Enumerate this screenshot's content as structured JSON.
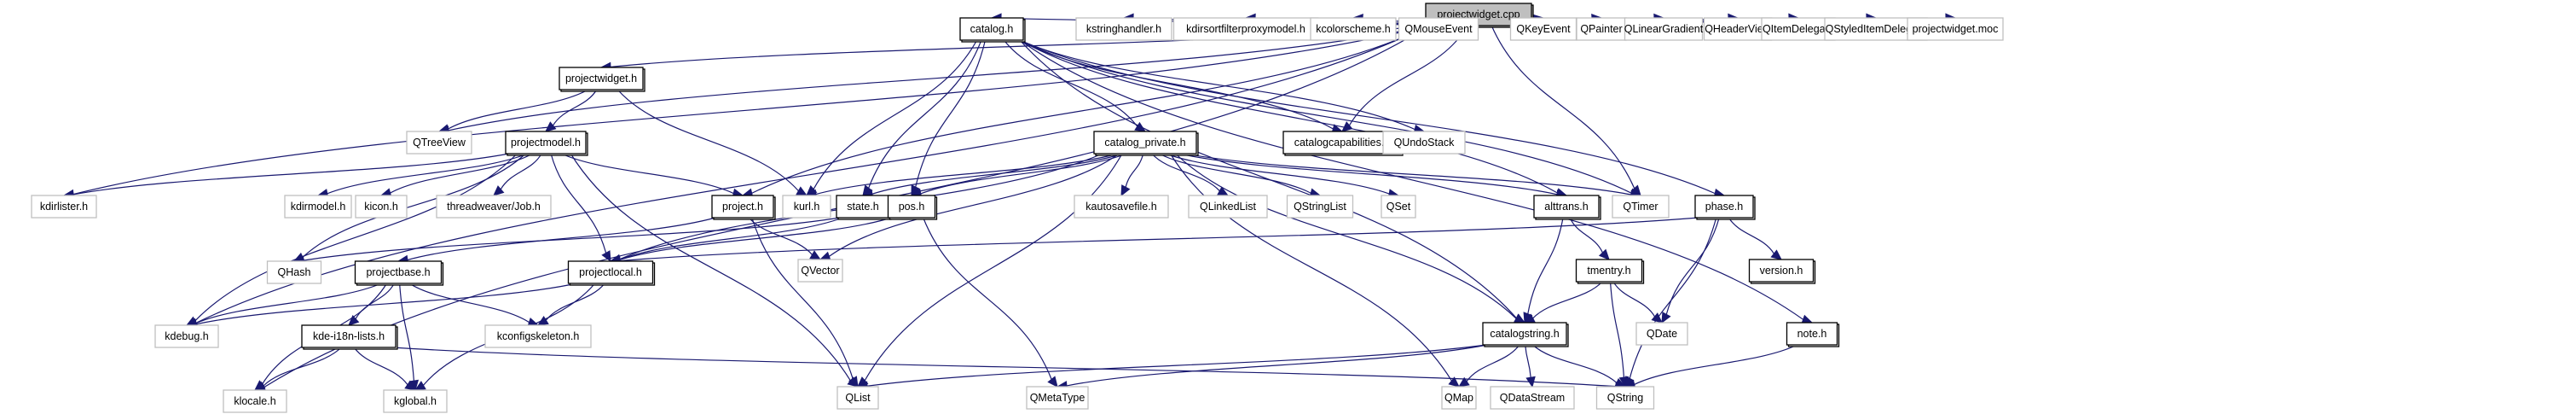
{
  "diagram": {
    "type": "include-dependency-graph",
    "root": "projectwidget.cpp",
    "colors": {
      "edge": "#191970",
      "root_fill": "#bfbfbf",
      "documented_border": "#000000",
      "undocumented_border": "#bfbfbf",
      "node_fill": "#ffffff"
    },
    "nodes": [
      {
        "id": "projectwidget_cpp",
        "label": "projectwidget.cpp",
        "kind": "root"
      },
      {
        "id": "projectwidget_h",
        "label": "projectwidget.h",
        "kind": "documented"
      },
      {
        "id": "QTreeView",
        "label": "QTreeView",
        "kind": "undocumented"
      },
      {
        "id": "projectmodel_h",
        "label": "projectmodel.h",
        "kind": "documented"
      },
      {
        "id": "kdirlister_h",
        "label": "kdirlister.h",
        "kind": "undocumented"
      },
      {
        "id": "kdirmodel_h",
        "label": "kdirmodel.h",
        "kind": "undocumented"
      },
      {
        "id": "kicon_h",
        "label": "kicon.h",
        "kind": "undocumented"
      },
      {
        "id": "threadweaver_Job_h",
        "label": "threadweaver/Job.h",
        "kind": "undocumented"
      },
      {
        "id": "project_h",
        "label": "project.h",
        "kind": "documented"
      },
      {
        "id": "kurl_h",
        "label": "kurl.h",
        "kind": "undocumented"
      },
      {
        "id": "state_h",
        "label": "state.h",
        "kind": "documented"
      },
      {
        "id": "pos_h",
        "label": "pos.h",
        "kind": "documented"
      },
      {
        "id": "QHash",
        "label": "QHash",
        "kind": "undocumented"
      },
      {
        "id": "projectbase_h",
        "label": "projectbase.h",
        "kind": "documented"
      },
      {
        "id": "projectlocal_h",
        "label": "projectlocal.h",
        "kind": "documented"
      },
      {
        "id": "QVector",
        "label": "QVector",
        "kind": "undocumented"
      },
      {
        "id": "kdebug_h",
        "label": "kdebug.h",
        "kind": "undocumented"
      },
      {
        "id": "kde_i18n_lists_h",
        "label": "kde-i18n-lists.h",
        "kind": "documented"
      },
      {
        "id": "kconfigskeleton_h",
        "label": "kconfigskeleton.h",
        "kind": "undocumented"
      },
      {
        "id": "klocale_h",
        "label": "klocale.h",
        "kind": "undocumented"
      },
      {
        "id": "kglobal_h",
        "label": "kglobal.h",
        "kind": "undocumented"
      },
      {
        "id": "QList",
        "label": "QList",
        "kind": "undocumented"
      },
      {
        "id": "QMetaType",
        "label": "QMetaType",
        "kind": "undocumented"
      },
      {
        "id": "catalog_h",
        "label": "catalog.h",
        "kind": "documented"
      },
      {
        "id": "kstringhandler_h",
        "label": "kstringhandler.h",
        "kind": "undocumented"
      },
      {
        "id": "kdirsortfilterproxymodel_h",
        "label": "kdirsortfilterproxymodel.h",
        "kind": "undocumented"
      },
      {
        "id": "kcolorscheme_h",
        "label": "kcolorscheme.h",
        "kind": "undocumented"
      },
      {
        "id": "QMouseEvent",
        "label": "QMouseEvent",
        "kind": "undocumented"
      },
      {
        "id": "QKeyEvent",
        "label": "QKeyEvent",
        "kind": "undocumented"
      },
      {
        "id": "QPainter",
        "label": "QPainter",
        "kind": "undocumented"
      },
      {
        "id": "QLinearGradient",
        "label": "QLinearGradient",
        "kind": "undocumented"
      },
      {
        "id": "QHeaderView",
        "label": "QHeaderView",
        "kind": "undocumented"
      },
      {
        "id": "QItemDelegate",
        "label": "QItemDelegate",
        "kind": "undocumented"
      },
      {
        "id": "QStyledItemDelegate",
        "label": "QStyledItemDelegate",
        "kind": "undocumented"
      },
      {
        "id": "projectwidget_moc",
        "label": "projectwidget.moc",
        "kind": "undocumented"
      },
      {
        "id": "catalog_private_h",
        "label": "catalog_private.h",
        "kind": "documented"
      },
      {
        "id": "catalogcapabilities_h",
        "label": "catalogcapabilities.h",
        "kind": "documented"
      },
      {
        "id": "QUndoStack",
        "label": "QUndoStack",
        "kind": "undocumented"
      },
      {
        "id": "kautosavefile_h",
        "label": "kautosavefile.h",
        "kind": "undocumented"
      },
      {
        "id": "QLinkedList",
        "label": "QLinkedList",
        "kind": "undocumented"
      },
      {
        "id": "QStringList",
        "label": "QStringList",
        "kind": "undocumented"
      },
      {
        "id": "QSet",
        "label": "QSet",
        "kind": "undocumented"
      },
      {
        "id": "alttrans_h",
        "label": "alttrans.h",
        "kind": "documented"
      },
      {
        "id": "QTimer",
        "label": "QTimer",
        "kind": "undocumented"
      },
      {
        "id": "phase_h",
        "label": "phase.h",
        "kind": "documented"
      },
      {
        "id": "tmentry_h",
        "label": "tmentry.h",
        "kind": "documented"
      },
      {
        "id": "version_h",
        "label": "version.h",
        "kind": "documented"
      },
      {
        "id": "note_h",
        "label": "note.h",
        "kind": "documented"
      },
      {
        "id": "QDate",
        "label": "QDate",
        "kind": "undocumented"
      },
      {
        "id": "catalogstring_h",
        "label": "catalogstring.h",
        "kind": "documented"
      },
      {
        "id": "QMap",
        "label": "QMap",
        "kind": "undocumented"
      },
      {
        "id": "QDataStream",
        "label": "QDataStream",
        "kind": "undocumented"
      },
      {
        "id": "QString",
        "label": "QString",
        "kind": "undocumented"
      }
    ],
    "edges": [
      [
        "projectwidget_cpp",
        "projectwidget_h"
      ],
      [
        "projectwidget_cpp",
        "QTreeView"
      ],
      [
        "projectwidget_cpp",
        "kdirlister_h"
      ],
      [
        "projectwidget_cpp",
        "kdebug_h"
      ],
      [
        "projectwidget_cpp",
        "klocale_h"
      ],
      [
        "projectwidget_cpp",
        "project_h"
      ],
      [
        "projectwidget_cpp",
        "catalog_h"
      ],
      [
        "projectwidget_cpp",
        "kstringhandler_h"
      ],
      [
        "projectwidget_cpp",
        "kdirsortfilterproxymodel_h"
      ],
      [
        "projectwidget_cpp",
        "kcolorscheme_h"
      ],
      [
        "projectwidget_cpp",
        "QMouseEvent"
      ],
      [
        "projectwidget_cpp",
        "QKeyEvent"
      ],
      [
        "projectwidget_cpp",
        "QPainter"
      ],
      [
        "projectwidget_cpp",
        "QLinearGradient"
      ],
      [
        "projectwidget_cpp",
        "QHeaderView"
      ],
      [
        "projectwidget_cpp",
        "QItemDelegate"
      ],
      [
        "projectwidget_cpp",
        "QStyledItemDelegate"
      ],
      [
        "projectwidget_cpp",
        "projectwidget_moc"
      ],
      [
        "projectwidget_cpp",
        "QTimer"
      ],
      [
        "projectwidget_cpp",
        "catalogcapabilities_h"
      ],
      [
        "projectwidget_h",
        "QTreeView"
      ],
      [
        "projectwidget_h",
        "projectmodel_h"
      ],
      [
        "projectwidget_h",
        "kurl_h"
      ],
      [
        "projectmodel_h",
        "kdirlister_h"
      ],
      [
        "projectmodel_h",
        "kdirmodel_h"
      ],
      [
        "projectmodel_h",
        "kicon_h"
      ],
      [
        "projectmodel_h",
        "threadweaver_Job_h"
      ],
      [
        "projectmodel_h",
        "project_h"
      ],
      [
        "projectmodel_h",
        "QHash"
      ],
      [
        "projectmodel_h",
        "kdebug_h"
      ],
      [
        "projectmodel_h",
        "projectlocal_h"
      ],
      [
        "projectmodel_h",
        "QList"
      ],
      [
        "project_h",
        "projectbase_h"
      ],
      [
        "project_h",
        "QVector"
      ],
      [
        "project_h",
        "QList"
      ],
      [
        "projectbase_h",
        "kdebug_h"
      ],
      [
        "projectbase_h",
        "kde_i18n_lists_h"
      ],
      [
        "projectbase_h",
        "kconfigskeleton_h"
      ],
      [
        "projectbase_h",
        "klocale_h"
      ],
      [
        "projectbase_h",
        "kglobal_h"
      ],
      [
        "projectlocal_h",
        "kdebug_h"
      ],
      [
        "projectlocal_h",
        "kconfigskeleton_h"
      ],
      [
        "projectlocal_h",
        "kglobal_h"
      ],
      [
        "kde_i18n_lists_h",
        "klocale_h"
      ],
      [
        "kde_i18n_lists_h",
        "kglobal_h"
      ],
      [
        "kde_i18n_lists_h",
        "QString"
      ],
      [
        "state_h",
        "QHash"
      ],
      [
        "state_h",
        "projectlocal_h"
      ],
      [
        "pos_h",
        "QMetaType"
      ],
      [
        "pos_h",
        "projectlocal_h"
      ],
      [
        "catalog_h",
        "catalog_private_h"
      ],
      [
        "catalog_h",
        "catalogcapabilities_h"
      ],
      [
        "catalog_h",
        "QUndoStack"
      ],
      [
        "catalog_h",
        "kurl_h"
      ],
      [
        "catalog_h",
        "state_h"
      ],
      [
        "catalog_h",
        "pos_h"
      ],
      [
        "catalog_h",
        "alttrans_h"
      ],
      [
        "catalog_h",
        "QTimer"
      ],
      [
        "catalog_h",
        "phase_h"
      ],
      [
        "catalog_h",
        "note_h"
      ],
      [
        "catalog_h",
        "catalogstring_h"
      ],
      [
        "catalog_private_h",
        "kurl_h"
      ],
      [
        "catalog_private_h",
        "state_h"
      ],
      [
        "catalog_private_h",
        "pos_h"
      ],
      [
        "catalog_private_h",
        "kautosavefile_h"
      ],
      [
        "catalog_private_h",
        "QLinkedList"
      ],
      [
        "catalog_private_h",
        "QStringList"
      ],
      [
        "catalog_private_h",
        "QSet"
      ],
      [
        "catalog_private_h",
        "alttrans_h"
      ],
      [
        "catalog_private_h",
        "QTimer"
      ],
      [
        "catalog_private_h",
        "QVector"
      ],
      [
        "catalog_private_h",
        "QList"
      ],
      [
        "catalog_private_h",
        "QMap"
      ],
      [
        "catalog_private_h",
        "projectlocal_h"
      ],
      [
        "catalog_private_h",
        "catalogstring_h"
      ],
      [
        "alttrans_h",
        "tmentry_h"
      ],
      [
        "alttrans_h",
        "catalogstring_h"
      ],
      [
        "tmentry_h",
        "catalogstring_h"
      ],
      [
        "tmentry_h",
        "QDate"
      ],
      [
        "tmentry_h",
        "QString"
      ],
      [
        "phase_h",
        "version_h"
      ],
      [
        "phase_h",
        "QDate"
      ],
      [
        "phase_h",
        "QString"
      ],
      [
        "phase_h",
        "projectlocal_h"
      ],
      [
        "note_h",
        "QString"
      ],
      [
        "catalogstring_h",
        "QList"
      ],
      [
        "catalogstring_h",
        "QMetaType"
      ],
      [
        "catalogstring_h",
        "QMap"
      ],
      [
        "catalogstring_h",
        "QDataStream"
      ],
      [
        "catalogstring_h",
        "QString"
      ]
    ]
  }
}
